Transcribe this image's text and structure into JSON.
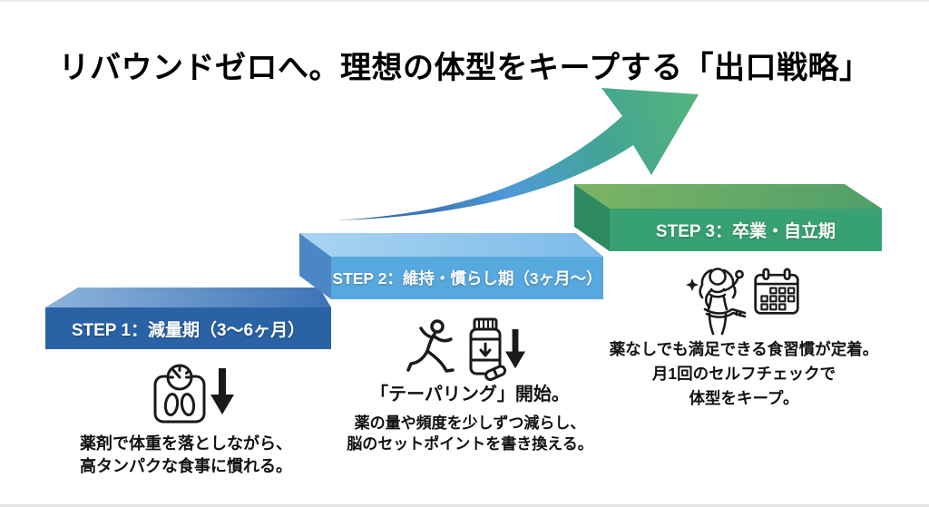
{
  "title": "リバウンドゼロへ。理想の体型をキープする「出口戦略」",
  "colors": {
    "background": "#ffffff",
    "title_text": "#000000",
    "label_text": "#ffffff",
    "body_text": "#111111",
    "icon_ink": "#1a1a1a",
    "step1_front": "#2a62a6",
    "step1_top_light": "#8fb4dc",
    "step1_top_dark": "#3c73b6",
    "step2_front": "#58a8e0",
    "step2_top_light": "#a9d4f1",
    "step2_top_dark": "#7cbbe9",
    "step2_side": "#4c87c5",
    "step3_front": "#37a173",
    "step3_top_light": "#7db464",
    "step3_top_dark": "#4f9f6a",
    "step3_side": "#2e8a5e",
    "arrow_start": "#2b5796",
    "arrow_mid1": "#4e9ad8",
    "arrow_mid2": "#42a495",
    "arrow_end": "#55b47a"
  },
  "steps": [
    {
      "label": "STEP 1：減量期（3〜6ヶ月）",
      "icons": [
        "weight-scale-icon",
        "down-arrow-icon"
      ],
      "lines": [
        "薬剤で体重を落としながら、",
        "高タンパクな食事に慣れる。"
      ]
    },
    {
      "label": "STEP 2：維持・慣らし期（3ヶ月〜）",
      "icons": [
        "runner-icon",
        "pill-bottle-icon",
        "down-arrow-icon"
      ],
      "heading": "「テーパリング」開始。",
      "lines": [
        "薬の量や頻度を少しずつ減らし、",
        "脳のセットポイントを書き換える。"
      ]
    },
    {
      "label": "STEP 3：卒業・自立期",
      "icons": [
        "fit-woman-icon",
        "calendar-icon"
      ],
      "lines": [
        "薬なしでも満足できる食習慣が定着。",
        "月1回のセルフチェックで",
        "体型をキープ。"
      ]
    }
  ]
}
